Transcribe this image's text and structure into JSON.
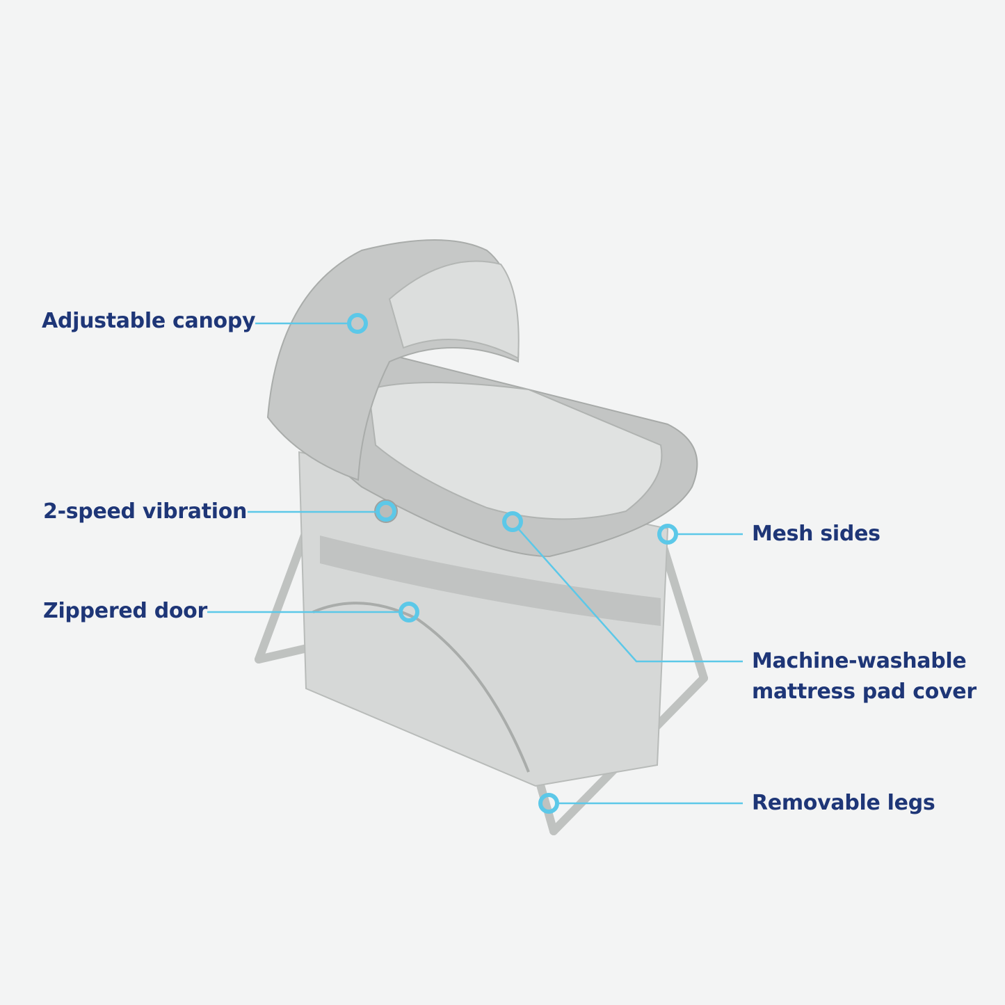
{
  "colors": {
    "background": "#f3f4f4",
    "label_text": "#1e3677",
    "callout_accent": "#5cc8e8",
    "product_gray": "#c4c6c5"
  },
  "callouts": [
    {
      "label": "Adjustable canopy"
    },
    {
      "label": "2-speed vibration"
    },
    {
      "label": "Zippered door"
    },
    {
      "label": "Mesh sides"
    },
    {
      "label_line1": "Machine-washable",
      "label_line2": "mattress pad cover"
    },
    {
      "label": "Removable legs"
    }
  ]
}
